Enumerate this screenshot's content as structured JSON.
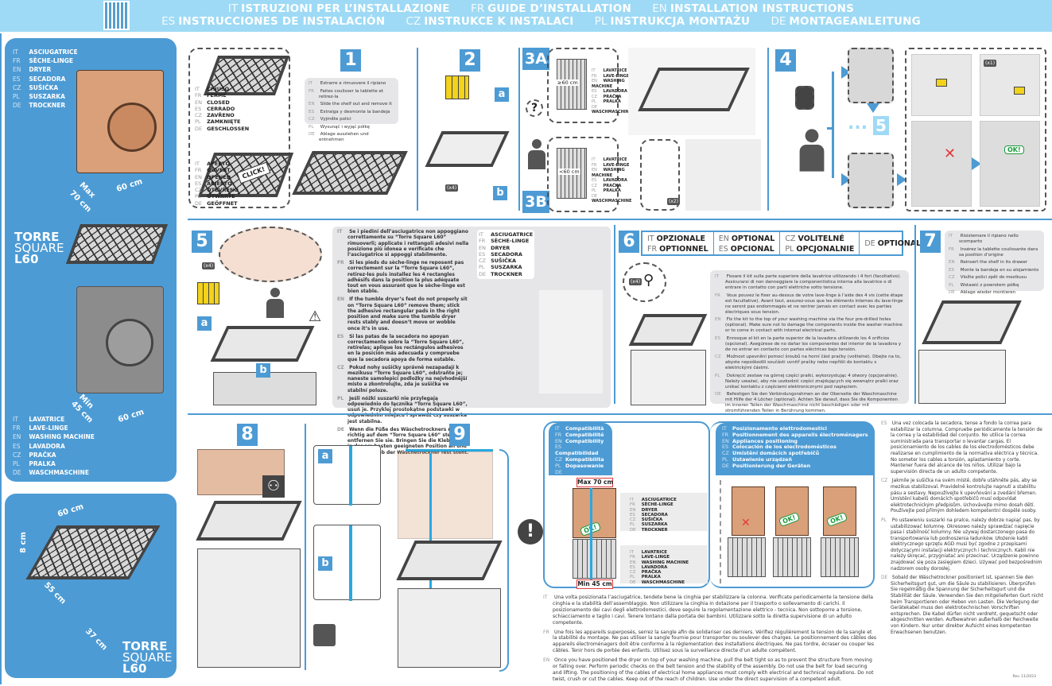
{
  "header": {
    "line1": [
      {
        "code": "IT",
        "title": "ISTRUZIONI PER L’INSTALLAZIONE"
      },
      {
        "code": "FR",
        "title": "GUIDE D’INSTALLATION"
      },
      {
        "code": "EN",
        "title": "INSTALLATION INSTRUCTIONS"
      }
    ],
    "line2": [
      {
        "code": "ES",
        "title": "INSTRUCCIONES DE INSTALACIÓN"
      },
      {
        "code": "CZ",
        "title": "INSTRUKCE K INSTALACI"
      },
      {
        "code": "PL",
        "title": "INSTRUKCJA MONTAŻU"
      },
      {
        "code": "DE",
        "title": "MONTAGEANLEITUNG"
      }
    ]
  },
  "sidebar": {
    "dryer_labels": [
      {
        "code": "IT",
        "text": "ASCIUGATRICE"
      },
      {
        "code": "FR",
        "text": "SÈCHE-LINGE"
      },
      {
        "code": "EN",
        "text": "DRYER"
      },
      {
        "code": "ES",
        "text": "SECADORA"
      },
      {
        "code": "CZ",
        "text": "SUŠIČKA"
      },
      {
        "code": "PL",
        "text": "SUSZARKA"
      },
      {
        "code": "DE",
        "text": "TROCKNER"
      }
    ],
    "washer_labels": [
      {
        "code": "IT",
        "text": "LAVATRICE"
      },
      {
        "code": "FR",
        "text": "LAVE-LINGE"
      },
      {
        "code": "EN",
        "text": "WASHING MACHINE"
      },
      {
        "code": "ES",
        "text": "LAVADORA"
      },
      {
        "code": "CZ",
        "text": "PRAČKA"
      },
      {
        "code": "PL",
        "text": "PRALKA"
      },
      {
        "code": "DE",
        "text": "WASCHMASCHINE"
      }
    ],
    "product": {
      "l1": "TORRE",
      "l2": "SQUARE",
      "l3": "L60"
    },
    "dims_top": {
      "max": "Max",
      "depth": "70 cm",
      "width": "60 cm"
    },
    "dims_bottom": {
      "min": "Min",
      "depth": "45 cm",
      "width": "60 cm"
    },
    "dims_shelf": {
      "width": "60 cm",
      "height": "8 cm",
      "depth": "55 cm",
      "ext": "37 cm"
    }
  },
  "step1": {
    "number": "1",
    "closed": [
      {
        "code": "IT",
        "text": "CHIUSO"
      },
      {
        "code": "FR",
        "text": "FERMÉ"
      },
      {
        "code": "EN",
        "text": "CLOSED"
      },
      {
        "code": "ES",
        "text": "CERRADO"
      },
      {
        "code": "CZ",
        "text": "ZAVŘENO"
      },
      {
        "code": "PL",
        "text": "ZAMKNIĘTE"
      },
      {
        "code": "DE",
        "text": "GESCHLOSSEN"
      }
    ],
    "opened": [
      {
        "code": "IT",
        "text": "APERTO"
      },
      {
        "code": "FR",
        "text": "OUVERT"
      },
      {
        "code": "EN",
        "text": "OPENED"
      },
      {
        "code": "ES",
        "text": "ABIERTO"
      },
      {
        "code": "CZ",
        "text": "OTEVŘENO"
      },
      {
        "code": "PL",
        "text": "OTWARTE"
      },
      {
        "code": "DE",
        "text": "GEÖFFNET"
      }
    ],
    "click": "CLICK!",
    "instructions": [
      {
        "code": "IT",
        "text": "Estrarre e rimuovere il ripiano"
      },
      {
        "code": "FR",
        "text": "Faites coulisser la tablette et retirez-la"
      },
      {
        "code": "EN",
        "text": "Slide the shelf out and remove it"
      },
      {
        "code": "ES",
        "text": "Extraiga y desmonte la bandeja"
      },
      {
        "code": "CZ",
        "text": "Vyjměte polici"
      },
      {
        "code": "PL",
        "text": "Wysunąć i wyjąć półkę"
      },
      {
        "code": "DE",
        "text": "Ablage ausziehen und entnehmen"
      }
    ]
  },
  "step2": {
    "number": "2",
    "a": "a",
    "b": "b",
    "qty": "(x4)"
  },
  "step3": {
    "a": "3A",
    "b": "3B",
    "a_dim": "≥60 cm",
    "b_dim": "<60 cm",
    "washer_labels": [
      {
        "code": "IT",
        "text": "LAVATRICE"
      },
      {
        "code": "FR",
        "text": "LAVE-LINGE"
      },
      {
        "code": "EN",
        "text": "WASHING MACHINE"
      },
      {
        "code": "ES",
        "text": "LAVADORA"
      },
      {
        "code": "CZ",
        "text": "PRAČKA"
      },
      {
        "code": "PL",
        "text": "PRALKA"
      },
      {
        "code": "DE",
        "text": "WASCHMASCHINE"
      }
    ],
    "qty": "(x2)"
  },
  "step4": {
    "number": "4",
    "goto": "5",
    "ellipsis": "...",
    "qty": "(x1)",
    "ok": "OK!"
  },
  "step5": {
    "number": "5",
    "a": "a",
    "b": "b",
    "qty": "(x4)",
    "dryer_labels": [
      {
        "code": "IT",
        "text": "ASCIUGATRICE"
      },
      {
        "code": "FR",
        "text": "SÈCHE-LINGE"
      },
      {
        "code": "EN",
        "text": "DRYER"
      },
      {
        "code": "ES",
        "text": "SECADORA"
      },
      {
        "code": "CZ",
        "text": "SUŠIČKA"
      },
      {
        "code": "PL",
        "text": "SUSZARKA"
      },
      {
        "code": "DE",
        "text": "TROCKNER"
      }
    ],
    "instructions": [
      {
        "code": "IT",
        "text": "Se i piedini dell’asciugatrice non appoggiano correttamente su “Torre Square L60” rimuoverli; applicate i rettangoli adesivi nella posizione più idonea e verificate che l’asciugatrice si appoggi stabilmente."
      },
      {
        "code": "FR",
        "text": "Si les pieds du sèche-linge ne reposent pas correctement sur la “Torre Square L60”, retirez-les puis installez les 4 rectangles adhésifs dans la position la plus adéquate tout en vous assurant que le sèche-linge est bien stable."
      },
      {
        "code": "EN",
        "text": "If the tumble dryer’s feet do not properly sit on “Torre Square L60” remove them; stick the adhesive rectangular pads in the right position and make sure the tumble dryer rests stably and doesn’t move or wobble once it’s in use."
      },
      {
        "code": "ES",
        "text": "Si las patas de la secadora no apoyan correctamente sobre la “Torre Square L60”, retírelas; aplique los rectángulos adhesivos en la posición más adecuada y compruebe que la secadora apoya de forma estable."
      },
      {
        "code": "CZ",
        "text": "Pokud nohy sušičky správně nezapadají k mezikusu “Torre Square L60”, odstraňte je; naneste samolepicí podložky na nejvhodnější místo a zkontrolujte, zda je sušička ve stabilní poloze."
      },
      {
        "code": "PL",
        "text": "Jeśli nóżki suszarki nie przylegają odpowiednio do łącznika “Torre Square L60”, usuń je. Przyklej prostokątne podstawki w odpowiednim miejscu i sprawdź czy suszarka jest stabilna."
      },
      {
        "code": "DE",
        "text": "Wenn die Füße des Wäschetrockners nicht richtig auf dem “Torre Square L60” stehen, entfernen Sie sie. Bringen Sie die Klebepads in der am besten geeigneten Position an und prüfen Sie, ob der Wäschetrockner fest steht."
      }
    ]
  },
  "step6": {
    "number": "6",
    "qty": "(x4)",
    "optional": [
      {
        "code": "IT",
        "text": "OPZIONALE"
      },
      {
        "code": "FR",
        "text": "OPTIONNEL"
      },
      {
        "code": "EN",
        "text": "OPTIONAL"
      },
      {
        "code": "ES",
        "text": "OPCIONAL"
      },
      {
        "code": "CZ",
        "text": "VOLITELNÉ"
      },
      {
        "code": "PL",
        "text": "OPCJONALNIE"
      },
      {
        "code": "DE",
        "text": "OPTIONAL"
      }
    ],
    "instructions": [
      {
        "code": "IT",
        "text": "Fissare il kit sulla parte superiore della lavatrice utilizzando i 4 fori (facoltativo). Assicurarsi di non danneggiare la componentistica interna alla lavatrice o di entrare in contatto con parti elettriche sotto tensione."
      },
      {
        "code": "FR",
        "text": "Vous pouvez le fixer au-dessus de votre lave-linge à l’aide des 4 vis (cette étape est facultative). Avant tout, assurez-vous que les éléments internes du lave-linge ne seront pas endommagés et ne rentrer jamais en contact avec les parties électriques sous tension."
      },
      {
        "code": "EN",
        "text": "Fix the kit to the top of your washing machine via the four pre-drilled holes (optional). Make sure not to damage the components inside the washer machine or to come in contact with internal electrical parts."
      },
      {
        "code": "ES",
        "text": "Enrosque el kit en la parte superior de la lavadora utilizando los 4 orificios (opcional). Asegúrese de no dañar los componentes del interior de la lavadora y de no entrar en contacto con partes eléctricas bajo tensión."
      },
      {
        "code": "CZ",
        "text": "Možnost upevnění pomocí šroubů na horní část pračky (volitelné). Dbejte na to, abyste nepoškodili součásti uvnitř pračky nebo nepřišli do kontaktu s elektrickými částmi."
      },
      {
        "code": "PL",
        "text": "Dokręcić zestaw na górnej części pralki, wykorzystując 4 otwory (opcjonalnie). Należy uważać, aby nie uszkodzić części znajdujących się wewnątrz pralki oraz unikać kontaktu z częściami elektronicznymi pod napięciem."
      },
      {
        "code": "DE",
        "text": "Befestigen Sie den Verbindungsrahmen an der Oberseite der Waschmaschine mit Hilfe der 4 Löcher (optional). Achten Sie darauf, dass Sie die Komponenten im inneren Teilen der Waschmaschine nicht beschädigen oder mit stromführenden Teilen in Berührung kommen."
      }
    ]
  },
  "step7": {
    "number": "7",
    "instructions": [
      {
        "code": "IT",
        "text": "Risistemare il ripiano nello scomparto"
      },
      {
        "code": "FR",
        "text": "Insérez la tablette coulissante dans sa position d’origine"
      },
      {
        "code": "EN",
        "text": "Reinsert the shelf in its drawer"
      },
      {
        "code": "ES",
        "text": "Monte la bandeja en su alojamiento"
      },
      {
        "code": "CZ",
        "text": "Vložte polici zpět do mezikusu"
      },
      {
        "code": "PL",
        "text": "Wstawić z powrotem półkę"
      },
      {
        "code": "DE",
        "text": "Ablage wieder montieren"
      }
    ]
  },
  "step8": {
    "number": "8"
  },
  "step9": {
    "number": "9",
    "a": "a",
    "b": "b"
  },
  "compatibility": {
    "title": [
      {
        "code": "IT",
        "text": "Compatibilità"
      },
      {
        "code": "FR",
        "text": "Compatibilité"
      },
      {
        "code": "EN",
        "text": "Compatibility"
      },
      {
        "code": "ES",
        "text": "Compatibilidad"
      },
      {
        "code": "CZ",
        "text": "Kompatibilita"
      },
      {
        "code": "PL",
        "text": "Dopasowanie"
      },
      {
        "code": "DE",
        "text": "Kompatibilität"
      }
    ],
    "max": "Max 70 cm",
    "min": "Min 45 cm",
    "ok": "OK!",
    "dryer_labels": [
      {
        "code": "IT",
        "text": "ASCIUGATRICE"
      },
      {
        "code": "FR",
        "text": "SÈCHE-LINGE"
      },
      {
        "code": "EN",
        "text": "DRYER"
      },
      {
        "code": "ES",
        "text": "SECADORA"
      },
      {
        "code": "CZ",
        "text": "SUŠIČKA"
      },
      {
        "code": "PL",
        "text": "SUSZARKA"
      },
      {
        "code": "DE",
        "text": "TROCKNER"
      }
    ],
    "washer_labels": [
      {
        "code": "IT",
        "text": "LAVATRICE"
      },
      {
        "code": "FR",
        "text": "LAVE-LINGE"
      },
      {
        "code": "EN",
        "text": "WASHING MACHINE"
      },
      {
        "code": "ES",
        "text": "LAVADORA"
      },
      {
        "code": "CZ",
        "text": "PRAČKA"
      },
      {
        "code": "PL",
        "text": "PRALKA"
      },
      {
        "code": "DE",
        "text": "WASCHMASCHINE"
      }
    ]
  },
  "positioning": {
    "title": [
      {
        "code": "IT",
        "text": "Posizionamento elettrodomestici"
      },
      {
        "code": "FR",
        "text": "Positionnement des appareils électroménagers"
      },
      {
        "code": "EN",
        "text": "Appliances positioning"
      },
      {
        "code": "ES",
        "text": "Colocación de los electrodomésticos"
      },
      {
        "code": "CZ",
        "text": "Umístění domácích spotřebičů"
      },
      {
        "code": "PL",
        "text": "Ustawienie urządzeń"
      },
      {
        "code": "DE",
        "text": "Positionierung der Geräten"
      }
    ]
  },
  "warnings_bottom": [
    {
      "code": "IT",
      "text": "Una volta posizionata l’asciugatrice, tendete bene la cinghia per stabilizzare la colonna. Verificate periodicamente la tensione della cinghia e la stabilità dell’assemblaggio. Non utilizzare la cinghia in dotazione per il trasporto o sollevamento di carichi. Il posizionamento dei cavi degli elettrodomestici, deve seguire la regolamentazione elettrico - tecnica. Non sottoporre a torsione, schiacciamento e taglio i cavi. Tenere lontano dalla portata dei bambini. Utilizzare sotto la diretta supervisione di un adulto competente."
    },
    {
      "code": "FR",
      "text": "Une fois les appareils superposés, serrez la sangle afin de solidariser ces derniers. Vérifiez régulièrement la tension de la sangle et la stabilité du montage. Ne pas utiliser la sangle fournie pour transporter ou soulever des charges. Le positionnement des câbles des appareils électroménagers doit être conforme à la réglementation des installations électriques. Ne pas tordre, écraser ou couper les câbles. Tenir hors de portée des enfants. Utilisez sous la surveillance directe d’un adulte compétent."
    },
    {
      "code": "EN",
      "text": "Once you have positioned the dryer on top of your washing machine, pull the belt tight so as to prevent the structure from moving or falling over. Perform periodic checks on the belt tension and the stability of the assembly. Do not use the belt for load securing and lifting. The positioning of the cables of electrical home appliances must comply with electrical and technical regulations. Do not twist, crush or cut the cables. Keep out of the reach of children. Use under the direct supervision of a competent adult."
    }
  ],
  "warnings_right": [
    {
      "code": "ES",
      "text": "Una vez colocada la secadora, tense a fondo la correa para estabilizar la columna. Compruebe periódicamente la tensión de la correa y la estabilidad del conjunto. No utilice la correa suministrada para transportar o levantar cargas. El posicionamiento de los cables de los electrodomésticos debe realizarse en cumplimiento de la normativa eléctrica y técnica. No someter los cables a torsión, aplastamiento y corte. Mantener fuera del alcance de los niños. Utilizar bajo la supervisión directa de un adulto competente."
    },
    {
      "code": "CZ",
      "text": "Jakmile je sušička na svém místě, dobře utáhněte pás, aby se mezikus stabilizoval. Pravidelně kontrolujte napnutí a stabilitu pásu a sestavy. Nepoužívejte k upevňování a zvedání břemen. Umístění kabelů domácích spotřebičů musí odpovídat elektrotechnickým předpisům. Uchovávejte mimo dosah dětí. Používejte pod přímým dohledem kompetentní dospělé osoby."
    },
    {
      "code": "PL",
      "text": "Po ustawieniu suszarki na pralce, należy dobrze napiąć pas, by ustabilizować kolumnę. Okresowo należy sprawdzać napięcie pasa i stabilność kolumny. Nie używaj dostarczonego pasa do transportowania lub podnoszenia ładunków. Ułożenie kabli elektrycznego sprzętu AGD musi być zgodne z przepisami dotyczącymi instalacji elektrycznych i technicznych. Kabli nie należy skręcać, przygniatać ani przecinać. Urządzenie powinno znajdować się poza zasięgiem dzieci. Używać pod bezpośrednim nadzorem osoby dorosłej."
    },
    {
      "code": "DE",
      "text": "Sobald der Wäschetrockner positioniert ist, spannen Sie den Sicherheitsgurt gut, um die Säule zu stabilisieren. Überprüfen Sie regelmäßig die Spannung der Sicherheitsgurt und die Stabilität der Säule. Verwenden Sie den mitgelieferten Gurt nicht beim Transportieren oder Heben von Lasten. Die Verlegung der Gerätekabel muss den elektrotechnischen Vorschriften entsprechen. Die Kabel dürfen nicht verdreht, gequetscht oder abgeschnitten werden. Aufbewahren außerhalb der Reichweite von Kindern. Nur unter direkter Aufsicht eines kompetenten Erwachsenen benutzen."
    }
  ],
  "warning_symbol": "!",
  "revision": "Rev. 11/2023",
  "colors": {
    "brand_blue": "#4d9bd4",
    "header_bg": "#9edaf5",
    "ok_green": "#1a9a3a",
    "alert_red": "#e23a3a",
    "pad_yellow": "#f2d21b",
    "strap_cyan": "#29a8df"
  }
}
